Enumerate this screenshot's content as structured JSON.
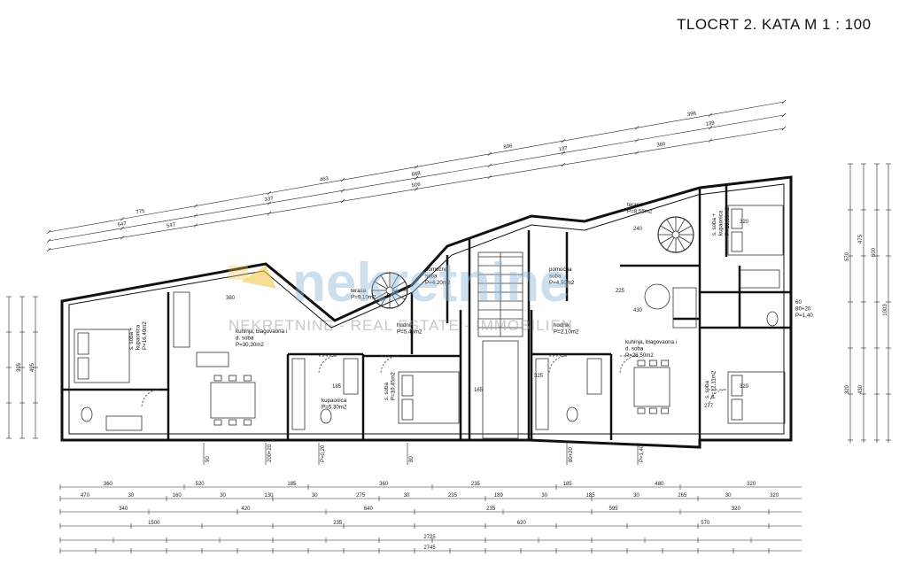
{
  "title": "TLOCRT  2. KATA  M 1 : 100",
  "watermark": {
    "brand": "nekretnine",
    "tagline": "NEKRETNINE - REAL ESTATE - IMMOBILIEN",
    "color_brand": "#8fb7d9",
    "color_accent": "#f2c84b"
  },
  "rooms": {
    "soba_kupaonica_left": [
      "s. soba +",
      "kupaonica",
      "P=16,40m2"
    ],
    "kuhinja_left": [
      "kuhinja, blagovaona i",
      "d. soba",
      "P=30,30m2"
    ],
    "kupaonica_left": [
      "kupaonica",
      "P=5,30m2"
    ],
    "soba_left": [
      "s. soba",
      "P=10,45m2"
    ],
    "hodnik_left": [
      "hodnik",
      "P=5,45m2"
    ],
    "pomocna_left": [
      "pomoćna",
      "soba",
      "P=4,20m2"
    ],
    "terasa_left": [
      "terasa",
      "P=9,10m2"
    ],
    "pomocna_right": [
      "pomoćna",
      "soba",
      "P=4,50m2"
    ],
    "hodnik_right": [
      "hodnik",
      "P=2,10m2"
    ],
    "kuhinja_right": [
      "kuhinja, blagovaona i",
      "d. soba",
      "P=26,50m2"
    ],
    "terasa_right": [
      "terasa",
      "P=8,55m2"
    ],
    "soba_kupaonica_right": [
      "s. soba +",
      "kupaonica",
      "P=16,33m2"
    ],
    "soba_right": [
      "s. soba",
      "P=12,11m2"
    ],
    "window_tag": [
      "60",
      "80+20",
      "P=1,40"
    ]
  },
  "dimensions": {
    "bottom_row1": [
      "360",
      "520",
      "185",
      "360",
      "235",
      "185",
      "480",
      "320"
    ],
    "bottom_row2": [
      "470",
      "30",
      "160",
      "30",
      "130",
      "30",
      "275",
      "30",
      "235",
      "189",
      "30",
      "185",
      "30",
      "265",
      "30",
      "320"
    ],
    "bottom_row3": [
      "340",
      "420",
      "640",
      "235",
      "595",
      "320"
    ],
    "bottom_row4": [
      "1500",
      "235",
      "620",
      "570"
    ],
    "bottom_row5": "2725",
    "bottom_row6": "2745",
    "diag_outer": [
      "775",
      "463",
      "806",
      "396"
    ],
    "diag_mid": [
      "547",
      "337",
      "668",
      "137",
      "139"
    ],
    "diag_inner": [
      "547",
      "506",
      "360"
    ],
    "right_side": [
      "570",
      "475",
      "600",
      "1003",
      "320",
      "430"
    ],
    "left_side": [
      "395",
      "495"
    ],
    "opening_tags": [
      "90",
      "200+20",
      "P=0,20",
      "80",
      "80+20",
      "P=1,40"
    ],
    "interior": [
      "360",
      "185",
      "165",
      "320",
      "320",
      "325",
      "277",
      "430",
      "240",
      "225"
    ]
  }
}
